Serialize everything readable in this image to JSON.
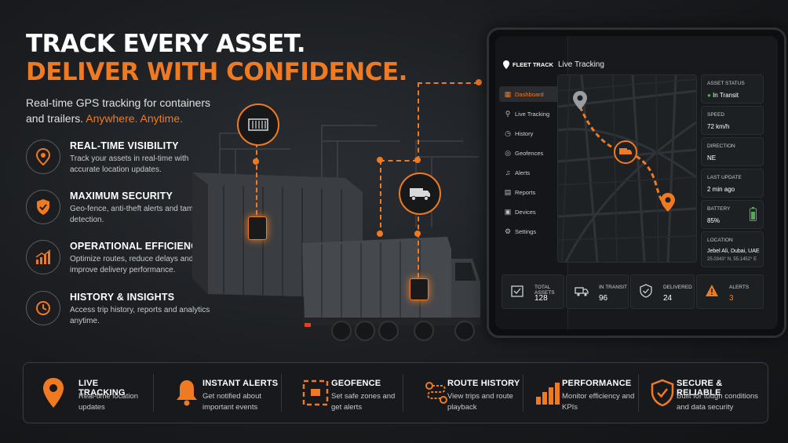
{
  "headline": {
    "line1": "TRACK EVERY ASSET.",
    "line2": "DELIVER WITH CONFIDENCE."
  },
  "subtitle": {
    "text": "Real-time GPS tracking for containers and trailers.",
    "highlight": "Anywhere. Anytime."
  },
  "features": [
    {
      "title": "REAL-TIME VISIBILITY",
      "desc": "Track your assets in real-time with accurate location updates.",
      "icon": "pin-icon"
    },
    {
      "title": "MAXIMUM SECURITY",
      "desc": "Geo-fence, anti-theft alerts and tamper detection.",
      "icon": "shield-icon"
    },
    {
      "title": "OPERATIONAL EFFICIENCY",
      "desc": "Optimize routes, reduce delays and improve delivery performance.",
      "icon": "chart-icon"
    },
    {
      "title": "HISTORY & INSIGHTS",
      "desc": "Access trip history, reports and analytics anytime.",
      "icon": "clock-icon"
    }
  ],
  "app": {
    "brand": "FLEET TRACK",
    "nav": [
      "Dashboard",
      "Live Tracking",
      "History",
      "Geofences",
      "Alerts",
      "Reports",
      "Devices",
      "Settings"
    ],
    "active": "Dashboard",
    "page_title": "Live Tracking",
    "asset": {
      "status_label": "ASSET STATUS",
      "status": "In Transit",
      "speed_label": "SPEED",
      "speed": "72 km/h",
      "direction_label": "DIRECTION",
      "direction": "NE",
      "update_label": "LAST UPDATE",
      "update": "2 min ago",
      "battery_label": "BATTERY",
      "battery": "85%",
      "location_label": "LOCATION",
      "location": "Jebel Ali, Dubai, UAE",
      "coords": "25.0343° N, 55.1452° E"
    },
    "stats": [
      {
        "label": "TOTAL ASSETS",
        "value": "128"
      },
      {
        "label": "IN TRANSIT",
        "value": "96"
      },
      {
        "label": "DELIVERED",
        "value": "24"
      },
      {
        "label": "ALERTS",
        "value": "3"
      }
    ]
  },
  "bottom": [
    {
      "title": "LIVE TRACKING",
      "desc": "Real-time location updates"
    },
    {
      "title": "INSTANT ALERTS",
      "desc": "Get notified about important events"
    },
    {
      "title": "GEOFENCE",
      "desc": "Set safe zones and get alerts"
    },
    {
      "title": "ROUTE HISTORY",
      "desc": "View trips and route playback"
    },
    {
      "title": "PERFORMANCE",
      "desc": "Monitor efficiency and KPIs"
    },
    {
      "title": "SECURE & RELIABLE",
      "desc": "Built for tough conditions and data security"
    }
  ],
  "colors": {
    "accent": "#f07a22",
    "success": "#4caf50",
    "bg": "#1a1c1f"
  }
}
